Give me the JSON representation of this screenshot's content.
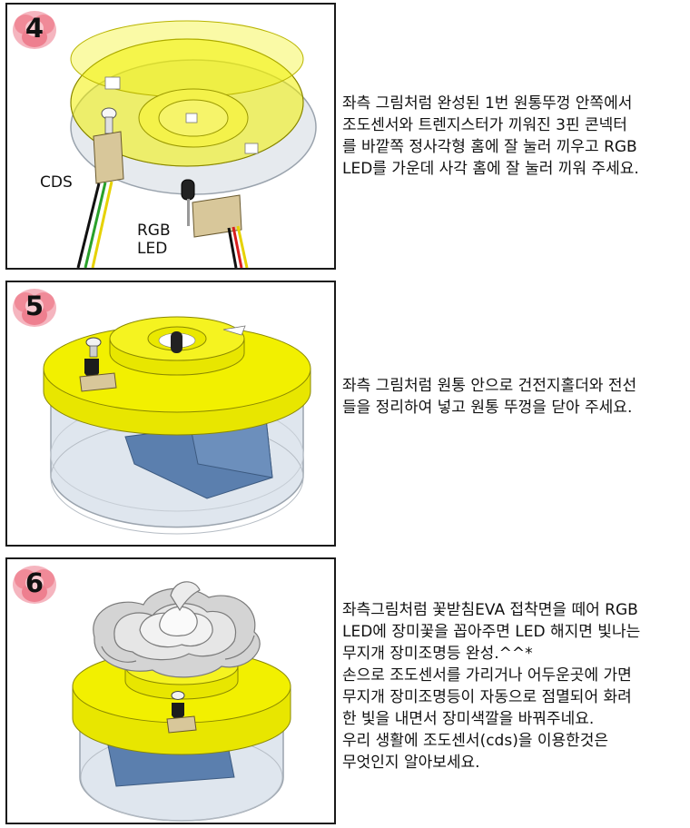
{
  "steps": [
    {
      "number": "4",
      "labels": {
        "cds": "CDS",
        "rgb_led_line1": "RGB",
        "rgb_led_line2": "LED"
      },
      "lines": [
        "좌측 그림처럼 완성된 1번 원통뚜껑 안쪽에서",
        "조도센서와 트렌지스터가 끼워진 3핀 콘넥터",
        "를 바깥쪽 정사각형 홈에 잘 눌러 끼우고 RGB",
        "LED를 가운데 사각 홈에 잘 눌러 끼워 주세요."
      ]
    },
    {
      "number": "5",
      "lines": [
        "좌측 그림처럼 원통 안으로 건전지홀더와 전선",
        "들을 정리하여 넣고 원통 뚜껑을 닫아 주세요."
      ]
    },
    {
      "number": "6",
      "lines": [
        "좌측그림처럼 꽃받침EVA 접착면을 떼어 RGB",
        "LED에 장미꽃을 꼽아주면 LED 해지면 빛나는",
        "무지개 장미조명등 완성.^^*",
        "손으로 조도센서를 가리거나 어두운곳에 가면",
        "무지개 장미조명등이 자동으로 점멸되어 화려",
        "한 빛을 내면서 장미색깔을 바꿔주네요.",
        "우리 생활에 조도센서(cds)을 이용한것은",
        "무엇인지 알아보세요."
      ]
    }
  ],
  "colors": {
    "lid_yellow": "#f2f000",
    "lid_edge": "#b8b400",
    "cylinder_glass": "#dfe6ee",
    "box_blue": "#5b7fae",
    "rose_petal": "#dcdcdc",
    "badge_pink": "#f08a98",
    "panel_border": "#1a1a1a"
  },
  "icons": {
    "badge": "rose-badge-icon"
  }
}
